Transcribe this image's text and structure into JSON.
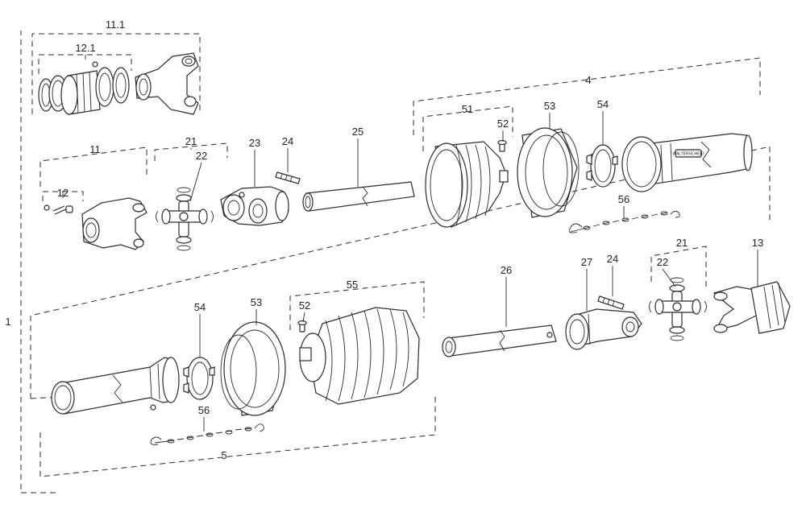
{
  "labels": {
    "l11_1": "11.1",
    "l12_1": "12.1",
    "l11": "11",
    "l12": "12",
    "l21_top": "21",
    "l22_top": "22",
    "l23": "23",
    "l24_top": "24",
    "l25": "25",
    "l4": "4",
    "l51": "51",
    "l52_top": "52",
    "l53_top": "53",
    "l54_top": "54",
    "l56_top": "56",
    "l13": "13",
    "l21_right": "21",
    "l22_right": "22",
    "l24_mid": "24",
    "l27": "27",
    "l26": "26",
    "l55": "55",
    "l52_mid": "52",
    "l53_mid": "53",
    "l54_mid": "54",
    "l56_bot": "56",
    "l5": "5",
    "l1": "1"
  },
  "tube_marking": "WALTERSCHEID"
}
